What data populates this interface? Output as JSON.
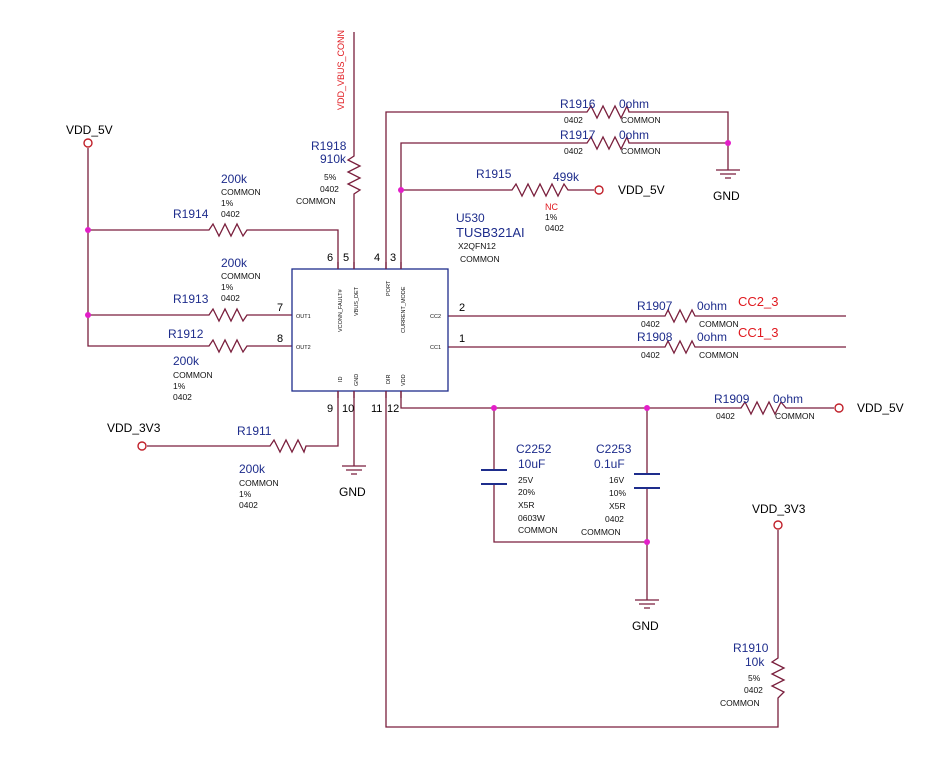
{
  "nets": {
    "vdd_5v_left": "VDD_5V",
    "vdd_5v_r1915": "VDD_5V",
    "vdd_5v_right": "VDD_5V",
    "vdd_3v3_left": "VDD_3V3",
    "vdd_3v3_right": "VDD_3V3",
    "vdd_vbus_conn": "VDD_VBUS_CONN",
    "cc2": "CC2_3",
    "cc1": "CC1_3",
    "gnd_top": "GND",
    "gnd_ic": "GND",
    "gnd_caps": "GND"
  },
  "ic": {
    "ref": "U530",
    "value": "TUSB321AI",
    "package": "X2QFN12",
    "note": "COMMON",
    "pin_labels": {
      "out1": "OUT1",
      "out2": "OUT2",
      "vconn_fault": "VCONN_FAULT#",
      "vbus_det": "VBUS_DET",
      "port": "PORT",
      "current_mode": "CURRENT_MODE",
      "cc2": "CC2",
      "cc1": "CC1",
      "id": "ID",
      "gnd": "GND",
      "dir": "DIR",
      "vdd": "VDD"
    },
    "pin_numbers": {
      "p1": "1",
      "p2": "2",
      "p3": "3",
      "p4": "4",
      "p5": "5",
      "p6": "6",
      "p7": "7",
      "p8": "8",
      "p9": "9",
      "p10": "10",
      "p11": "11",
      "p12": "12"
    }
  },
  "resistors": {
    "r1916": {
      "ref": "R1916",
      "value": "0ohm",
      "pkg": "0402",
      "note": "COMMON"
    },
    "r1917": {
      "ref": "R1917",
      "value": "0ohm",
      "pkg": "0402",
      "note": "COMMON"
    },
    "r1918": {
      "ref": "R1918",
      "value": "910k",
      "tol": "5%",
      "pkg": "0402",
      "note": "COMMON"
    },
    "r1915": {
      "ref": "R1915",
      "value": "499k",
      "nc": "NC",
      "tol": "1%",
      "pkg": "0402"
    },
    "r1914": {
      "ref": "R1914",
      "value": "200k",
      "note": "COMMON",
      "tol": "1%",
      "pkg": "0402"
    },
    "r1913": {
      "ref": "R1913",
      "value": "200k",
      "note": "COMMON",
      "tol": "1%",
      "pkg": "0402"
    },
    "r1912": {
      "ref": "R1912",
      "value": "200k",
      "note": "COMMON",
      "tol": "1%",
      "pkg": "0402"
    },
    "r1911": {
      "ref": "R1911",
      "value": "200k",
      "note": "COMMON",
      "tol": "1%",
      "pkg": "0402"
    },
    "r1907": {
      "ref": "R1907",
      "value": "0ohm",
      "pkg": "0402",
      "note": "COMMON"
    },
    "r1908": {
      "ref": "R1908",
      "value": "0ohm",
      "pkg": "0402",
      "note": "COMMON"
    },
    "r1909": {
      "ref": "R1909",
      "value": "0ohm",
      "pkg": "0402",
      "note": "COMMON"
    },
    "r1910": {
      "ref": "R1910",
      "value": "10k",
      "tol": "5%",
      "pkg": "0402",
      "note": "COMMON"
    }
  },
  "capacitors": {
    "c2252": {
      "ref": "C2252",
      "value": "10uF",
      "voltage": "25V",
      "tol": "20%",
      "dielectric": "X5R",
      "pkg": "0603W",
      "note": "COMMON"
    },
    "c2253": {
      "ref": "C2253",
      "value": "0.1uF",
      "voltage": "16V",
      "tol": "10%",
      "dielectric": "X5R",
      "pkg": "0402",
      "note": "COMMON"
    }
  },
  "colors": {
    "wire": "#7a1f3d",
    "symbol": "#1e2d8c",
    "junction": "#e31ec8",
    "net_red": "#e0191f"
  }
}
